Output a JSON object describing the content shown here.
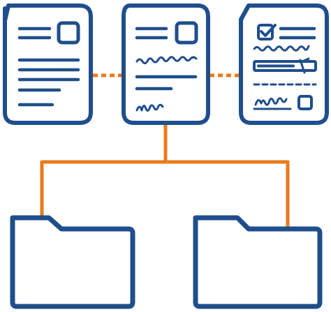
{
  "colors": {
    "outline": "#1f4e8c",
    "connector": "#ea7a1a",
    "background": "#ffffff"
  },
  "documents": [
    {
      "name": "document-blank",
      "icon": "document-icon",
      "content": "text-lines-with-image-box"
    },
    {
      "name": "document-signed",
      "icon": "signed-document-icon",
      "content": "handwriting-and-signature"
    },
    {
      "name": "document-form",
      "icon": "form-document-icon",
      "content": "checkbox-input-field-signature"
    }
  ],
  "folders": [
    {
      "name": "folder-left",
      "icon": "folder-icon"
    },
    {
      "name": "folder-right",
      "icon": "folder-icon"
    }
  ],
  "links": [
    {
      "from": "document-blank",
      "to": "document-signed",
      "style": "dotted"
    },
    {
      "from": "document-signed",
      "to": "document-form",
      "style": "dotted"
    },
    {
      "from": "document-signed",
      "to": "folder-left",
      "style": "solid"
    },
    {
      "from": "document-signed",
      "to": "folder-right",
      "style": "solid"
    }
  ]
}
